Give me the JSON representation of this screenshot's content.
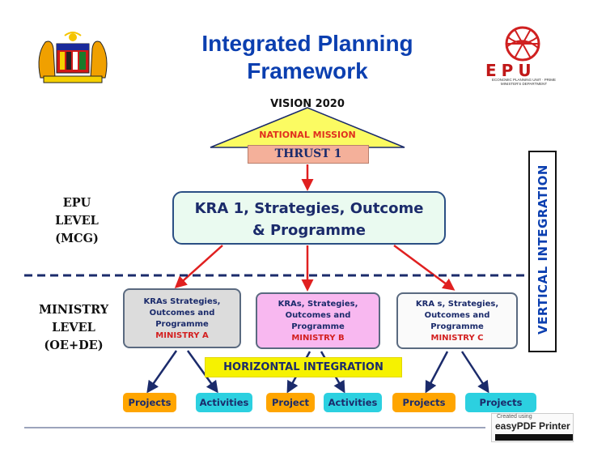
{
  "title": {
    "line1": "Integrated Planning",
    "line2": "Framework"
  },
  "top": {
    "vision": "VISION 2020",
    "national_mission": "NATIONAL MISSION",
    "thrust": "THRUST 1"
  },
  "kra1": {
    "line1": "KRA 1, Strategies, Outcome",
    "line2": "& Programme"
  },
  "levels": {
    "epu": [
      "EPU",
      "LEVEL",
      "(MCG)"
    ],
    "ministry": [
      "MINISTRY",
      "LEVEL",
      "(OE+DE)"
    ]
  },
  "ministries": [
    {
      "lines": [
        "KRAs  Strategies,",
        "Outcomes and",
        "Programme"
      ],
      "name": "MINISTRY A"
    },
    {
      "lines": [
        "KRAs, Strategies,",
        "Outcomes and",
        "Programme"
      ],
      "name": "MINISTRY B"
    },
    {
      "lines": [
        "KRA s, Strategies,",
        "Outcomes and",
        "Programme"
      ],
      "name": "MINISTRY C"
    }
  ],
  "horizontal_integration": "HORIZONTAL INTEGRATION",
  "vertical_integration": "VERTICAL INTEGRATION",
  "bottom_buttons": [
    {
      "label": "Projects",
      "color": "#ffa500"
    },
    {
      "label": "Activities",
      "color": "#2cd0e0"
    },
    {
      "label": "Project",
      "color": "#ffa500"
    },
    {
      "label": "Activities",
      "color": "#2cd0e0"
    },
    {
      "label": "Projects",
      "color": "#ffa500"
    },
    {
      "label": "Projects",
      "color": "#2cd0e0"
    }
  ],
  "logos": {
    "left": "malaysia-coat-of-arms",
    "right_text": "EPU",
    "right_caption": "ECONOMIC PLANNING UNIT · PRIME MINISTER'S DEPARTMENT"
  },
  "watermark": {
    "line1": "Created using",
    "line2": "easyPDF Printer"
  },
  "colors": {
    "title": "#0b3fb0",
    "accent_red": "#d32020",
    "dashed_line": "#1b2b6b"
  }
}
